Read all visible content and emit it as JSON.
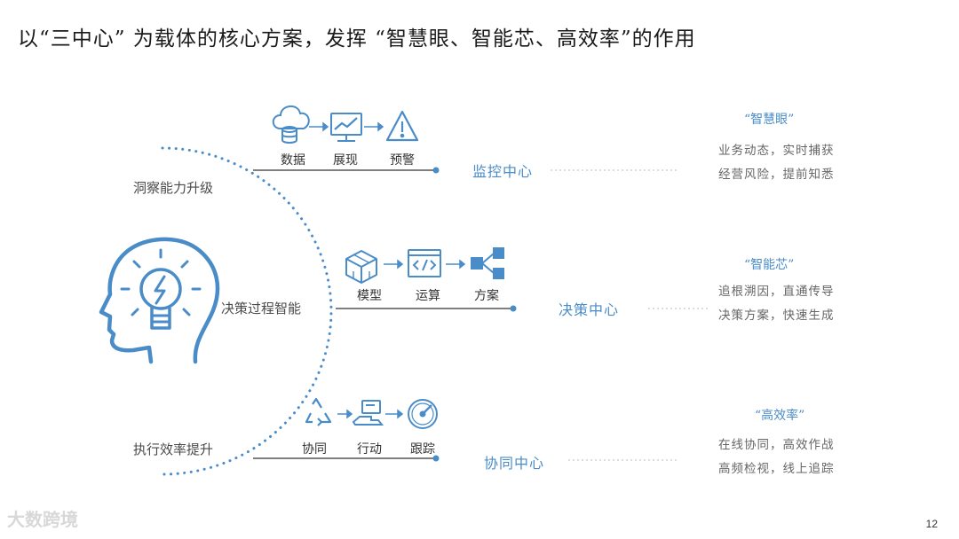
{
  "title": "以“三中心” 为载体的核心方案，发挥 “智慧眼、智能芯、高效率”的作用",
  "rows": [
    {
      "left_label": "洞察能力升级",
      "steps": [
        "数据",
        "展现",
        "预警"
      ],
      "center": "监控中心",
      "quote": "“智慧眼”",
      "desc": [
        "业务动态，实时捕获",
        "经营风险，提前知悉"
      ]
    },
    {
      "left_label": "决策过程智能",
      "steps": [
        "模型",
        "运算",
        "方案"
      ],
      "center": "决策中心",
      "quote": "“智能芯”",
      "desc": [
        "追根溯因，直通传导",
        "决策方案，快速生成"
      ]
    },
    {
      "left_label": "执行效率提升",
      "steps": [
        "协同",
        "行动",
        "跟踪"
      ],
      "center": "协同中心",
      "quote": "“高效率”",
      "desc": [
        "在线协同，高效作战",
        "高频检视，线上追踪"
      ]
    }
  ],
  "icons": {
    "row1": [
      "cloud-database-icon",
      "monitor-chart-icon",
      "warning-icon"
    ],
    "row2": [
      "cube-model-icon",
      "code-window-icon",
      "network-icon"
    ],
    "row3": [
      "recycle-icon",
      "card-hand-icon",
      "gauge-icon"
    ],
    "head": "head-lightbulb-icon"
  },
  "colors": {
    "accent": "#4a8cc8",
    "line": "#555555"
  },
  "page_number": "12",
  "watermark": "大数跨境"
}
